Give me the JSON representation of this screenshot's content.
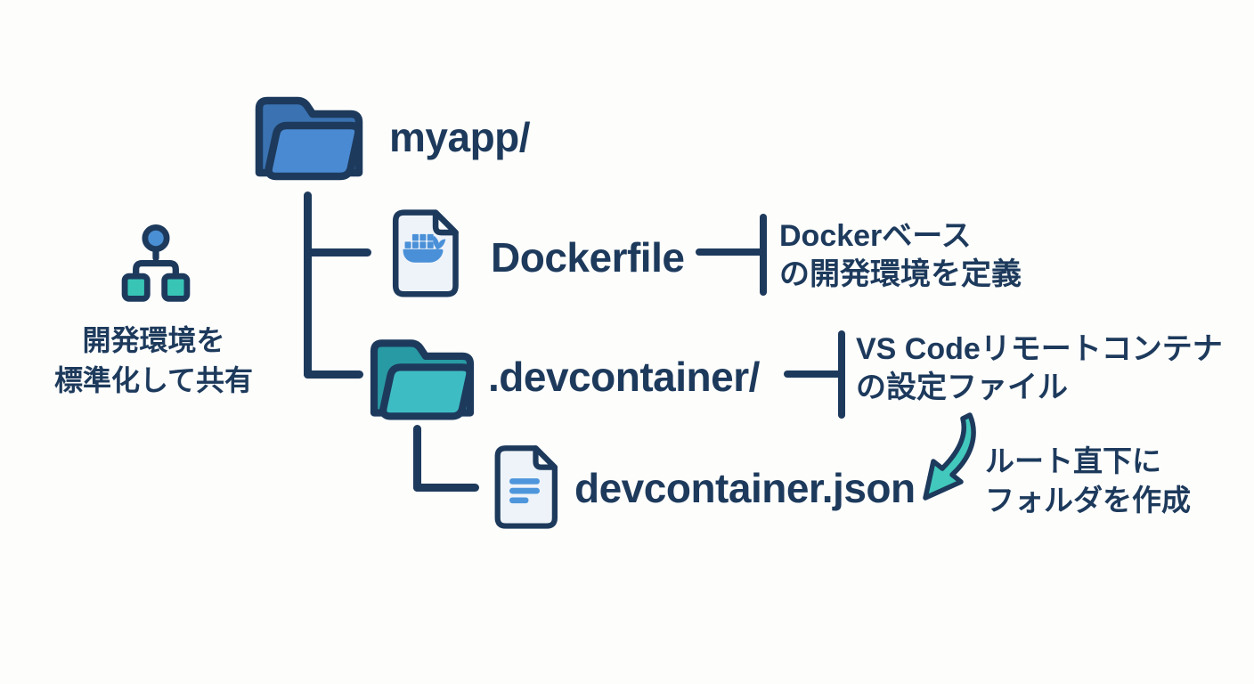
{
  "side_note": {
    "icon": "hierarchy-icon",
    "line1": "開発環境を",
    "line2": "標準化して共有"
  },
  "tree": {
    "root": {
      "icon": "open-folder-icon",
      "label": "myapp/"
    },
    "dockerfile": {
      "icon": "dockerfile-whale-icon",
      "label": "Dockerfile",
      "note_line1": "Dockerベース",
      "note_line2": "の開発環境を定義"
    },
    "devcontainer": {
      "icon": "open-folder-icon",
      "label": ".devcontainer/",
      "note_line1": "VS Codeリモートコンテナ",
      "note_line2": "の設定ファイル"
    },
    "json_file": {
      "icon": "document-icon",
      "label": "devcontainer.json"
    }
  },
  "arrow_note": {
    "icon": "curved-arrow-icon",
    "line1": "ルート直下に",
    "line2": "フォルダを作成"
  },
  "colors": {
    "navy": "#1d3a5c",
    "blue_folder_back": "#3a72b2",
    "blue_folder_front": "#4a8ad2",
    "teal_folder_back": "#289aa4",
    "teal_folder_front": "#3ebcc4",
    "teal_accent": "#3fc8bd",
    "docker_blue": "#4a90d8",
    "file_fill": "#eef3f9",
    "background": "#fdfdfc"
  }
}
